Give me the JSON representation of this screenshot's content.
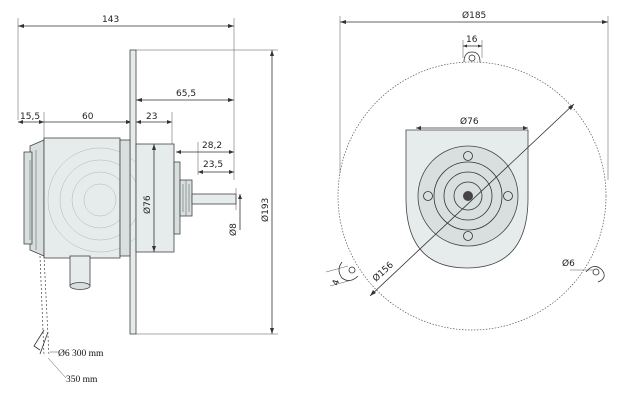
{
  "side_view": {
    "dims": {
      "overall_length": "143",
      "left_offset": "15,5",
      "body_length": "60",
      "flange_to_end": "65,5",
      "flange_to_cap": "23",
      "shaft_length_1": "28,2",
      "shaft_length_2": "23,5",
      "body_diameter": "76",
      "shaft_diameter": "8",
      "plate_height": "193"
    },
    "cable": {
      "note_1": "Ø6  300 mm",
      "note_2": "350 mm"
    }
  },
  "front_view": {
    "dims": {
      "plate_diameter": "185",
      "tab_width": "16",
      "mount_diameter": "76",
      "hole_circle": "156",
      "hole_diameter": "6",
      "slot_width": "4"
    }
  },
  "symbols": {
    "diameter": "Ø"
  }
}
